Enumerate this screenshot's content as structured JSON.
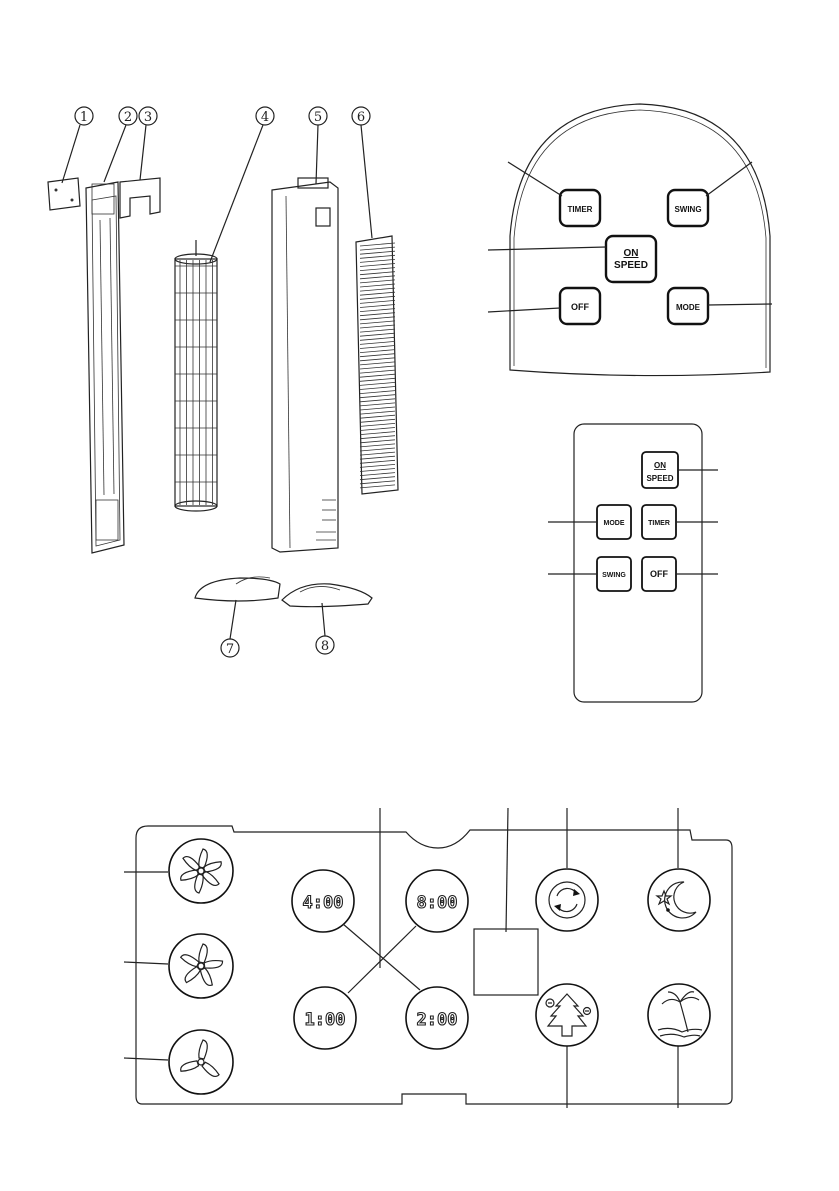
{
  "callouts": [
    "1",
    "2",
    "3",
    "4",
    "5",
    "6",
    "7",
    "8"
  ],
  "panel_buttons": {
    "timer": "TIMER",
    "swing": "SWING",
    "on": "ON",
    "speed": "SPEED",
    "off": "OFF",
    "mode": "MODE"
  },
  "remote_buttons": {
    "on": "ON",
    "speed": "SPEED",
    "mode": "MODE",
    "timer": "TIMER",
    "swing": "SWING",
    "off": "OFF"
  },
  "display_timers": [
    "4:00",
    "8:00",
    "1:00",
    "2:00"
  ],
  "icons": {
    "fan_high": "fan-high-icon",
    "fan_mid": "fan-mid-icon",
    "fan_low": "fan-low-icon",
    "swing": "swing-icon",
    "sleep": "sleep-moon-icon",
    "natural": "natural-tree-icon",
    "beach": "beach-palm-icon"
  }
}
